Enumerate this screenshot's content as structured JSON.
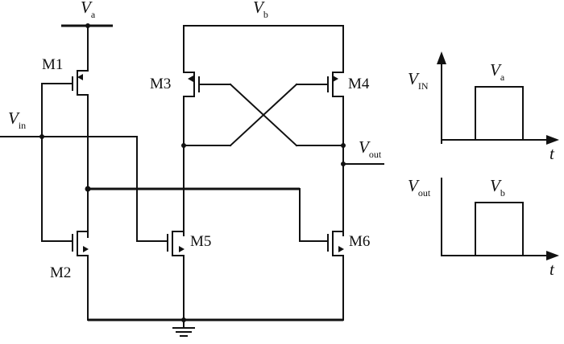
{
  "supply": {
    "va": {
      "main": "V",
      "sub": "a"
    },
    "vb": {
      "main": "V",
      "sub": "b"
    }
  },
  "io": {
    "vin": {
      "main": "V",
      "sub": "in"
    },
    "vout": {
      "main": "V",
      "sub": "out"
    }
  },
  "transistors": [
    {
      "id": "m1",
      "label": "M1"
    },
    {
      "id": "m2",
      "label": "M2"
    },
    {
      "id": "m3",
      "label": "M3"
    },
    {
      "id": "m4",
      "label": "M4"
    },
    {
      "id": "m5",
      "label": "M5"
    },
    {
      "id": "m6",
      "label": "M6"
    }
  ],
  "waveforms": {
    "top": {
      "ylabel": {
        "main": "V",
        "sub": "IN"
      },
      "pulse": {
        "main": "V",
        "sub": "a"
      },
      "axis": "t"
    },
    "bottom": {
      "ylabel": {
        "main": "V",
        "sub": "out"
      },
      "pulse": {
        "main": "V",
        "sub": "b"
      },
      "axis": "t"
    }
  }
}
